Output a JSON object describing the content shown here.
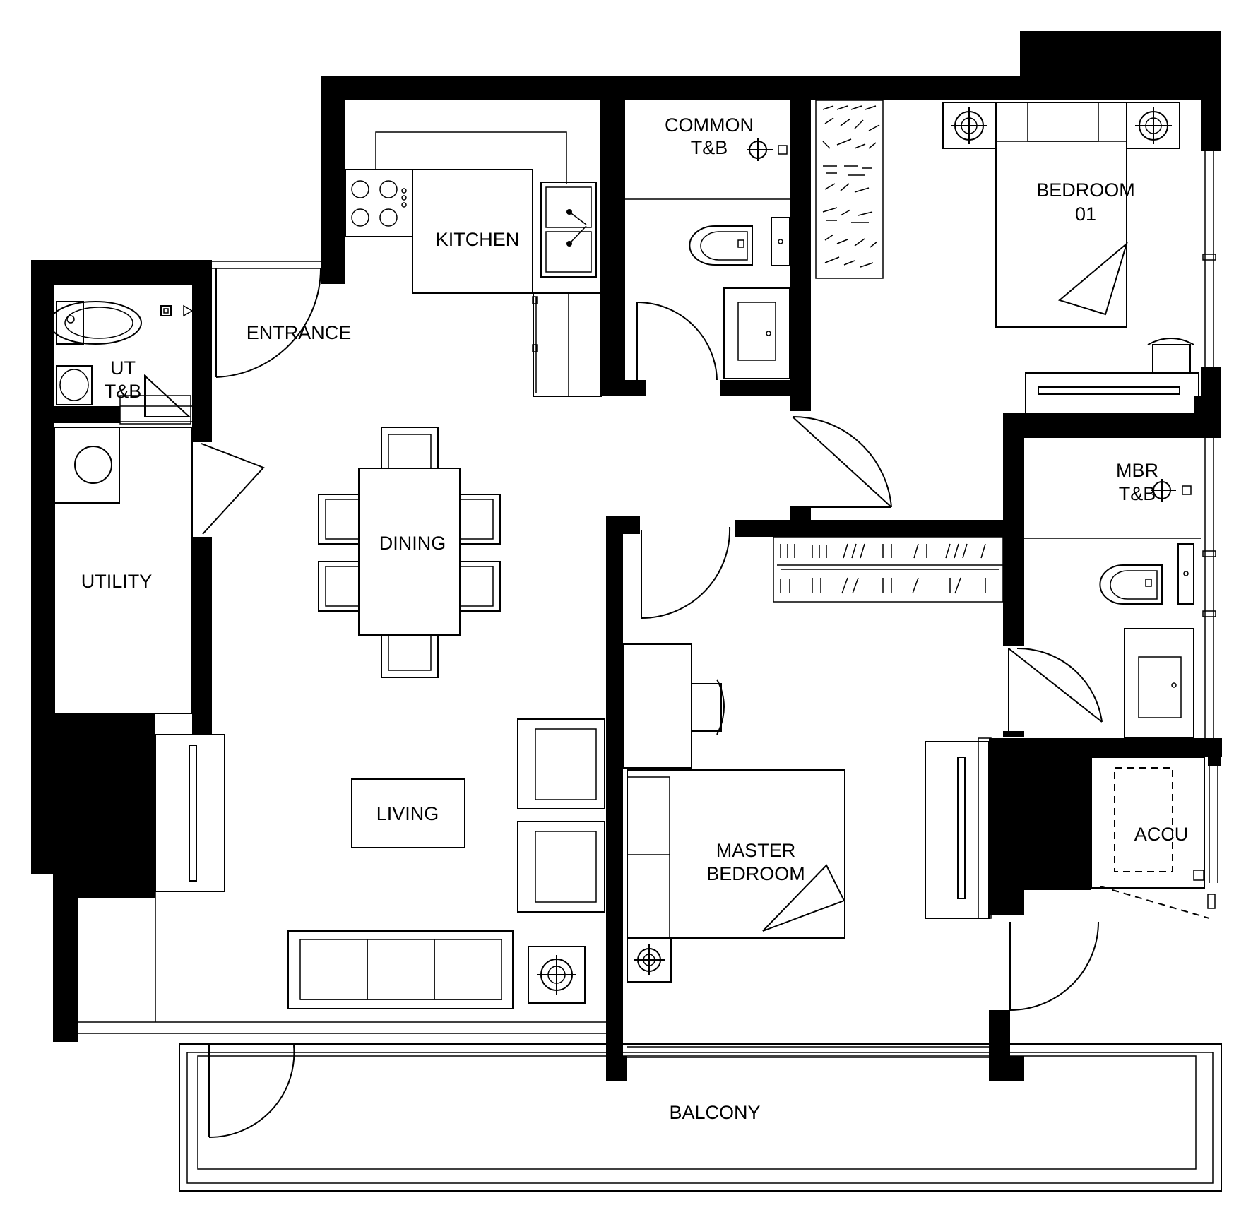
{
  "rooms": {
    "kitchen": "KITCHEN",
    "common_tb_1": "COMMON",
    "common_tb_2": "T&B",
    "bedroom01_1": "BEDROOM",
    "bedroom01_2": "01",
    "entrance": "ENTRANCE",
    "ut_tb_1": "UT",
    "ut_tb_2": "T&B",
    "utility": "UTILITY",
    "dining": "DINING",
    "mbr_tb_1": "MBR",
    "mbr_tb_2": "T&B",
    "living": "LIVING",
    "master_bedroom_1": "MASTER",
    "master_bedroom_2": "BEDROOM",
    "accu": "ACCU",
    "balcony": "BALCONY"
  }
}
